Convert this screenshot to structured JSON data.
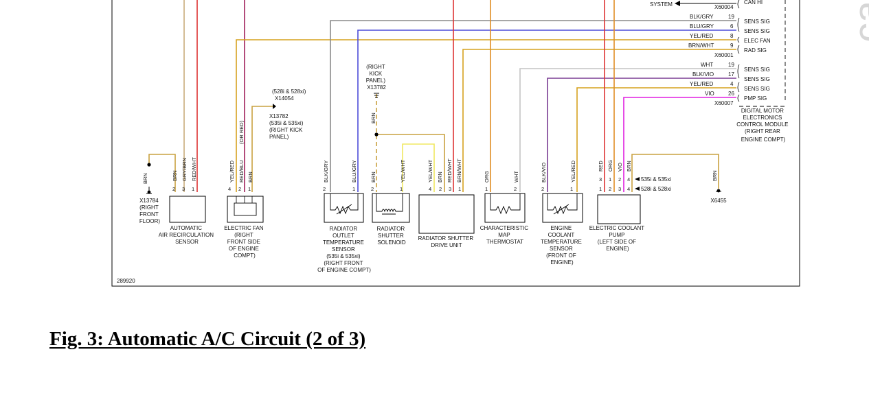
{
  "caption": "Fig. 3: Automatic A/C Circuit (2 of 3)",
  "watermark": "ca",
  "figure_id": "289920",
  "colors": {
    "tan": "#c8ab7a",
    "red": "#dd3333",
    "maroon": "#a0205a",
    "orange": "#e08d24",
    "amber": "#d6a21e",
    "gray": "#8a8a8a",
    "blue": "#4d4dd8",
    "light_gray": "#c4c4c4",
    "violet": "#7a3d93",
    "magenta": "#e020e0",
    "yellow": "#f0e860",
    "brn": "#8a7a3a"
  },
  "top_right": {
    "system": "SYSTEM",
    "can_hi": "CAN HI",
    "conn_top": "X60004",
    "rows_a": [
      {
        "wire": "BLK/GRY",
        "pin": "19",
        "sig": "SENS SIG"
      },
      {
        "wire": "BLU/GRY",
        "pin": "6",
        "sig": "SENS SIG"
      },
      {
        "wire": "YEL/RED",
        "pin": "8",
        "sig": "ELEC FAN"
      },
      {
        "wire": "BRN/WHT",
        "pin": "9",
        "sig": "RAD SIG"
      }
    ],
    "conn_a": "X60001",
    "rows_b": [
      {
        "wire": "WHT",
        "pin": "19",
        "sig": "SENS SIG"
      },
      {
        "wire": "BLK/VIO",
        "pin": "17",
        "sig": "SENS SIG"
      },
      {
        "wire": "YEL/RED",
        "pin": "4",
        "sig": "SENS SIG"
      },
      {
        "wire": "VIO",
        "pin": "26",
        "sig": "PMP SIG"
      }
    ],
    "conn_b": "X60007",
    "module": [
      "DIGITAL MOTOR",
      "ELECTRONICS",
      "CONTROL MODULE",
      "(RIGHT REAR",
      "ENGINE COMPT)"
    ]
  },
  "ground_left": {
    "wire": "BRN",
    "label": [
      "X13784",
      "(RIGHT",
      "FRONT",
      "FLOOR)"
    ]
  },
  "splice_left": {
    "label": [
      "(528i & 528xi)",
      "X14054"
    ],
    "label2": [
      "X13782",
      "(535i & 535xi)",
      "(RIGHT KICK",
      "PANEL)"
    ]
  },
  "splice_mid": {
    "label": [
      "(RIGHT",
      "KICK",
      "PANEL)",
      "X13782"
    ],
    "wire": "BRN"
  },
  "ground_right": {
    "wire": "BRN",
    "label": "X6455"
  },
  "components": {
    "air_recirc": {
      "wires": [
        "BRN",
        "GRY/BRN",
        "RED/WHT"
      ],
      "pins": [
        "2",
        "3",
        "1"
      ],
      "name": [
        "AUTOMATIC",
        "AIR RECIRCULATION",
        "SENSOR"
      ]
    },
    "elec_fan": {
      "wires": [
        "YEL/RED",
        "RED/BLU",
        "BRN"
      ],
      "alt_wire": "(OR RED)",
      "pins": [
        "4",
        "2",
        "1"
      ],
      "name": [
        "ELECTRIC FAN",
        "(RIGHT",
        "FRONT SIDE",
        "OF ENGINE",
        "COMPT)"
      ]
    },
    "rad_outlet": {
      "wires": [
        "BLK/GRY",
        "BLU/GRY"
      ],
      "pins": [
        "2",
        "1"
      ],
      "name": [
        "RADIATOR",
        "OUTLET",
        "TEMPERATURE",
        "SENSOR",
        "(535i & 535xi)",
        "(RIGHT FRONT",
        "OF ENGINE COMPT)"
      ]
    },
    "rad_shutter_sol": {
      "wires": [
        "BRN",
        "YEL/WHT"
      ],
      "pins": [
        "2",
        "1"
      ],
      "name": [
        "RADIATOR",
        "SHUTTER",
        "SOLENOID"
      ]
    },
    "rad_shutter_drive": {
      "wires": [
        "YEL/WHT",
        "BRN",
        "RED/WHT",
        "BRN/WHT"
      ],
      "pins": [
        "4",
        "2",
        "3",
        "1"
      ],
      "name": [
        "RADIATOR SHUTTER",
        "DRIVE UNIT"
      ]
    },
    "map_thermostat": {
      "wires": [
        "ORG",
        "WHT"
      ],
      "pins": [
        "1",
        "2"
      ],
      "name": [
        "CHARACTERISTIC",
        "MAP",
        "THERMOSTAT"
      ]
    },
    "coolant_temp": {
      "wires": [
        "BLK/VIO",
        "YEL/RED"
      ],
      "pins": [
        "2",
        "1"
      ],
      "name": [
        "ENGINE",
        "COOLANT",
        "TEMPERATURE",
        "SENSOR",
        "(FRONT OF",
        "ENGINE)"
      ]
    },
    "coolant_pump": {
      "wires": [
        "RED",
        "ORG",
        "VIO",
        "BRN"
      ],
      "pins_top": [
        "3",
        "1",
        "2",
        "4"
      ],
      "pins_bottom": [
        "1",
        "2",
        "3",
        "4"
      ],
      "variant_top": "535i & 535xi",
      "variant_bottom": "528i & 528xi",
      "name": [
        "ELECTRIC COOLANT",
        "PUMP",
        "(LEFT SIDE OF",
        "ENGINE)"
      ]
    }
  }
}
